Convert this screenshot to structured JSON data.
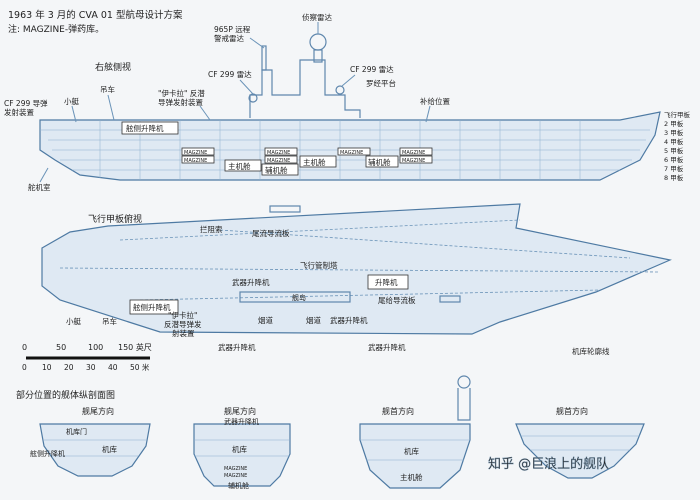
{
  "header": {
    "title": "1963 年 3 月的 CVA 01 型航母设计方案",
    "note": "注: MAGZINE-弹药库。"
  },
  "sections": {
    "side_view": "右舷侧视",
    "deck_view": "飞行甲板俯视",
    "cross_sections": "部分位置的舰体纵剖面图"
  },
  "labels": {
    "radar_965p": "965P 远程",
    "radar_965p_2": "警戒雷达",
    "search_radar": "侦察雷达",
    "cf299_radar": "CF 299 雷达",
    "cf299_radar_2": "CF 299 雷达",
    "cf299_guide": "CF 299 导弹",
    "cf299_guide_2": "发射装置",
    "rollo": "罗经平台",
    "small_boat": "小艇",
    "crane": "吊车",
    "ikara_1": "\"伊卡拉\" 反潜",
    "ikara_2": "导弹发射装置",
    "replenish": "补给位置",
    "side_lift": "舷侧升降机",
    "main_engine": "主机舱",
    "aux_engine": "辅机舱",
    "main_engine_2": "主机舱",
    "aux_engine_2": "辅机舱",
    "magzine": "MAGZINE",
    "engine_room": "舵机室",
    "deck_flight": "飞行甲板",
    "deck_2": "2 甲板",
    "deck_3": "3 甲板",
    "deck_4": "4 甲板",
    "deck_5": "5 甲板",
    "deck_6": "6 甲板",
    "deck_7": "7 甲板",
    "deck_8": "8 甲板",
    "arrest": "拦阻索",
    "tail_guide": "尾流导流板",
    "flight_ctrl": "飞行管制塔",
    "lift": "升降机",
    "weapon_lift": "武器升降机",
    "island": "舰岛",
    "chimney": "烟道",
    "chimney_2": "烟道",
    "weapon_lift_2": "武器升降机",
    "weapon_lift_3": "武器升降机",
    "weapon_lift_4": "武器升降机",
    "tail_guide_2": "尾给导流板",
    "side_lift_2": "舷侧升降机",
    "small_boat_2": "小艇",
    "crane_2": "吊车",
    "ikara_3": "\"伊卡拉\"",
    "ikara_4": "反潜导弹发",
    "ikara_5": "射装置",
    "hangar_line": "机库轮廓线",
    "aft": "舰尾方向",
    "aft_2": "舰尾方向",
    "fwd": "舰首方向",
    "fwd_2": "舰首方向",
    "hangar_door": "机库门",
    "side_lift_3": "舷侧升降机",
    "hangar": "机库",
    "hangar_2": "机库",
    "hangar_3": "机库",
    "weapon_lift_5": "武器升降机",
    "aux_engine_3": "辅机舱",
    "main_engine_3": "主机舱",
    "magzine_2": "MAGZINE",
    "magzine_3": "MAGZINE"
  },
  "scale": {
    "ft_ticks": [
      "0",
      "50",
      "100",
      "150 英尺"
    ],
    "m_ticks": [
      "0",
      "10",
      "20",
      "30",
      "40",
      "50 米"
    ]
  },
  "watermark": "知乎 @巨浪上的舰队"
}
